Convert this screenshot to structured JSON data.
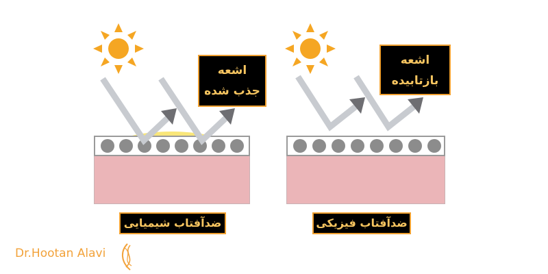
{
  "chemical": {
    "title": "ضدآفتاب شیمیایی",
    "callout_line1": "اشعه",
    "callout_line2": "جذب شده"
  },
  "physical": {
    "title": "ضدآفتاب فیزیکی",
    "callout_line1": "اشعه",
    "callout_line2": "بازتابیده"
  },
  "logo": {
    "text": "Dr.Hootan Alavi"
  },
  "colors": {
    "sun": "#f5a623",
    "skin": "#ebb5b8",
    "particle": "#8c8c8c",
    "ray": "#c8cbd0",
    "label_border": "#f0a030",
    "label_text": "#f7c560",
    "brand": "#f2a23a"
  }
}
